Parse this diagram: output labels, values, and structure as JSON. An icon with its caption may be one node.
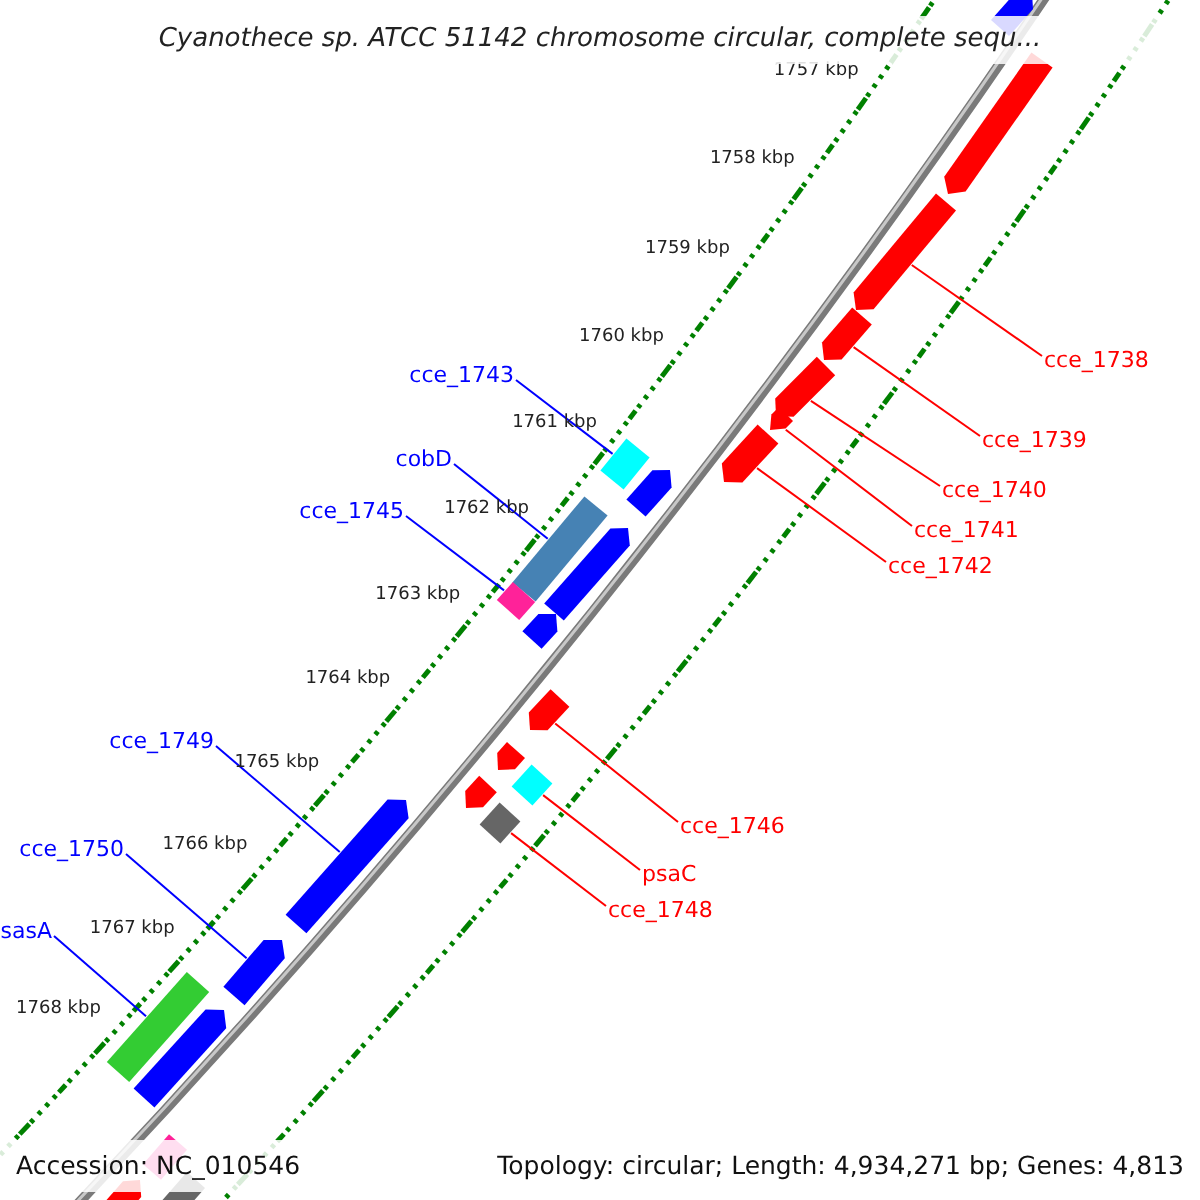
{
  "diagram": {
    "title": "Cyanothece sp. ATCC 51142 chromosome circular, complete sequ...",
    "nodes": [
      {
        "text": [
          "cce_1738"
        ]
      },
      {
        "text": [
          "cce_1743"
        ]
      },
      {
        "text": [
          "cce_1739"
        ]
      },
      {
        "text": [
          "cobD"
        ]
      },
      {
        "text": [
          "cce_1740"
        ]
      },
      {
        "text": [
          "cce_1745"
        ]
      },
      {
        "text": [
          "cce_1741"
        ]
      },
      {
        "text": [
          "cce_1742"
        ]
      },
      {
        "text": [
          "cce_1749"
        ]
      },
      {
        "text": [
          "cce_1746"
        ]
      },
      {
        "text": [
          "cce_1750"
        ]
      },
      {
        "text": [
          "psaC"
        ]
      },
      {
        "text": [
          "cce_1748"
        ]
      },
      {
        "text": [
          "sasA"
        ]
      },
      {
        "text": [],
        "shape": "arrow"
      },
      {
        "text": [],
        "shape": "box"
      },
      {
        "text": [],
        "shape": "arrow"
      },
      {
        "text": [],
        "shape": "arrow"
      },
      {
        "text": [],
        "shape": "arrow"
      },
      {
        "text": [],
        "shape": "arrow"
      },
      {
        "text": [],
        "shape": "box"
      },
      {
        "text": [],
        "shape": "diamond"
      },
      {
        "text": [],
        "shape": "arrow"
      },
      {
        "text": [],
        "shape": "diamond"
      },
      {
        "text": [],
        "shape": "diamond"
      },
      {
        "text": [],
        "shape": "arrow"
      },
      {
        "text": [],
        "shape": "arrow"
      },
      {
        "text": [],
        "shape": "box"
      },
      {
        "text": [],
        "shape": "arrow"
      },
      {
        "text": [],
        "shape": "arrow"
      },
      {
        "text": [],
        "shape": "arrow"
      },
      {
        "text": [],
        "shape": "arrow"
      },
      {
        "text": [],
        "shape": "arrow"
      },
      {
        "text": [],
        "shape": "arrow"
      },
      {
        "text": [],
        "shape": "arrow"
      },
      {
        "text": [],
        "shape": "arrow"
      },
      {
        "text": [],
        "shape": "arrow"
      },
      {
        "text": [],
        "shape": "diamond"
      },
      {
        "text": [],
        "shape": "diamond"
      }
    ],
    "edges": [
      {
        "from": 0,
        "to": 14,
        "arrow": "none"
      },
      {
        "from": 1,
        "to": 15,
        "arrow": "none",
        "color": "#0000ff"
      },
      {
        "from": 2,
        "to": 16,
        "arrow": "none"
      },
      {
        "from": 3,
        "to": 20,
        "arrow": "none",
        "color": "#0000ff"
      },
      {
        "from": 4,
        "to": 17,
        "arrow": "none"
      },
      {
        "from": 5,
        "to": 21,
        "arrow": "none",
        "color": "#0000ff"
      },
      {
        "from": 6,
        "to": 18,
        "arrow": "none"
      },
      {
        "from": 7,
        "to": 19,
        "arrow": "none"
      },
      {
        "from": 8,
        "to": 25,
        "arrow": "none",
        "color": "#0000ff"
      },
      {
        "from": 9,
        "to": 22,
        "arrow": "none"
      },
      {
        "from": 10,
        "to": 26,
        "arrow": "none",
        "color": "#0000ff"
      },
      {
        "from": 11,
        "to": 23,
        "arrow": "none"
      },
      {
        "from": 12,
        "to": 24,
        "arrow": "none"
      },
      {
        "from": 13,
        "to": 27,
        "arrow": "none",
        "color": "#0000ff"
      }
    ],
    "labels": [
      "1757 kbp",
      "1758 kbp",
      "1759 kbp",
      "1760 kbp",
      "1761 kbp",
      "1762 kbp",
      "1763 kbp",
      "1764 kbp",
      "1765 kbp",
      "1766 kbp",
      "1767 kbp",
      "1768 kbp",
      "Accession: NC_010546",
      "Topology: circular; Length: 4,934,271 bp; Genes: 4,813"
    ]
  }
}
